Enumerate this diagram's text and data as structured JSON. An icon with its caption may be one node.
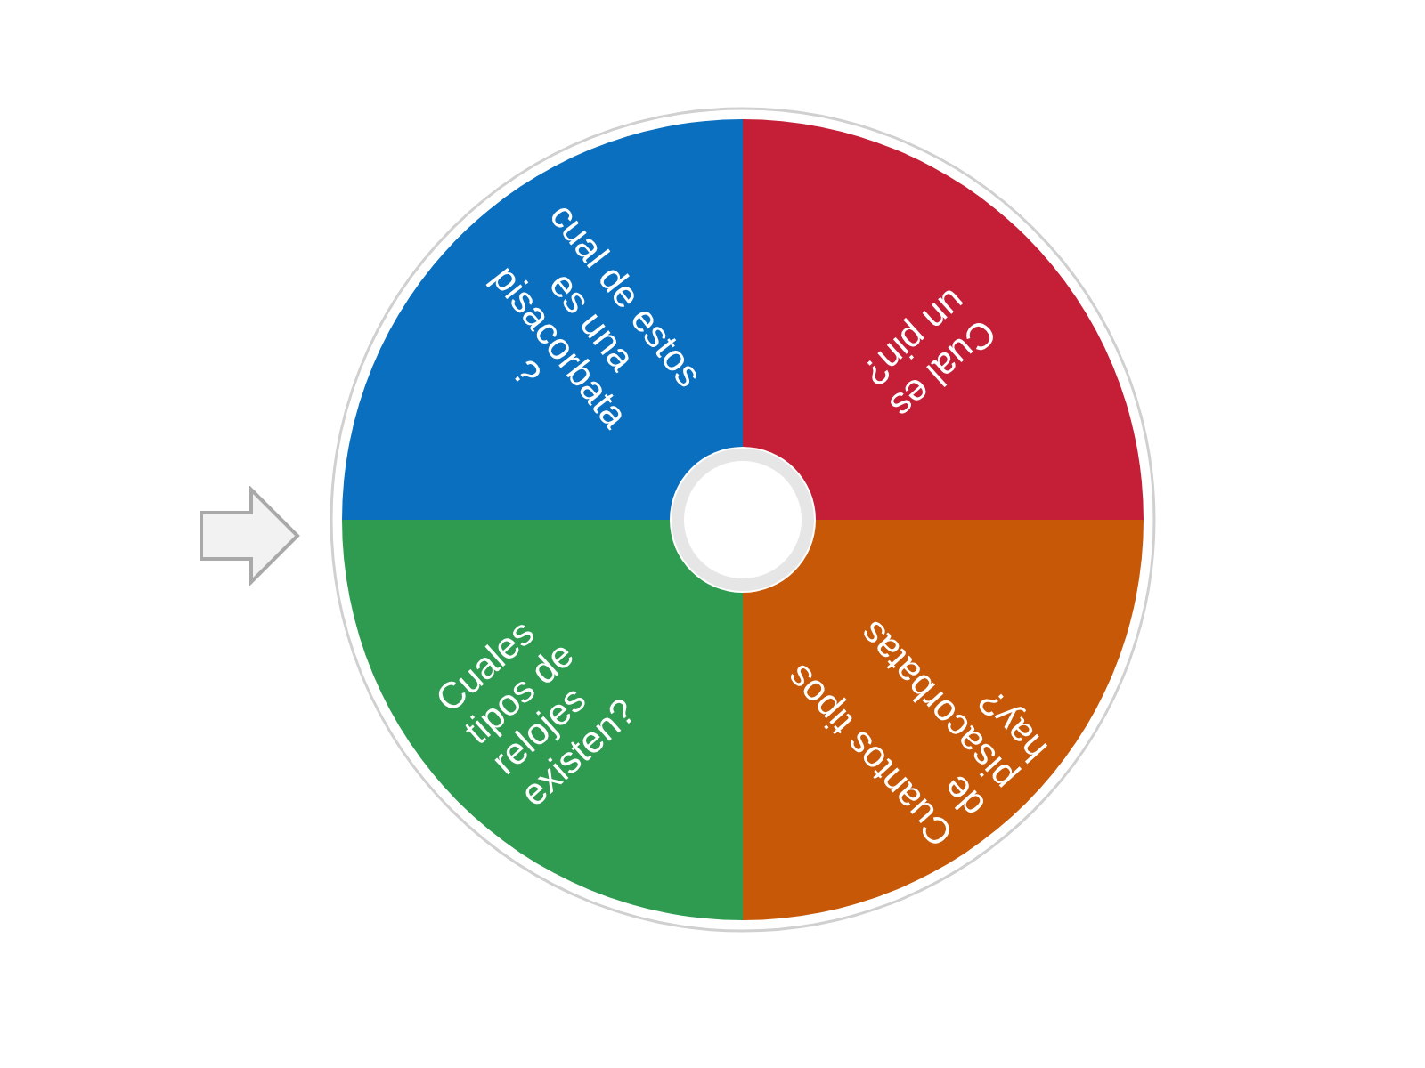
{
  "diagram": {
    "nodes": [
      {
        "text": [
          "cual de estos es una pisacorbata ?"
        ]
      },
      {
        "text": [
          "Cual es un pin?"
        ]
      },
      {
        "text": [
          "Cuales tipos de relojes existen?"
        ]
      },
      {
        "text": [
          "Cuantos tipos de pisacorbatas hay?"
        ]
      }
    ]
  }
}
